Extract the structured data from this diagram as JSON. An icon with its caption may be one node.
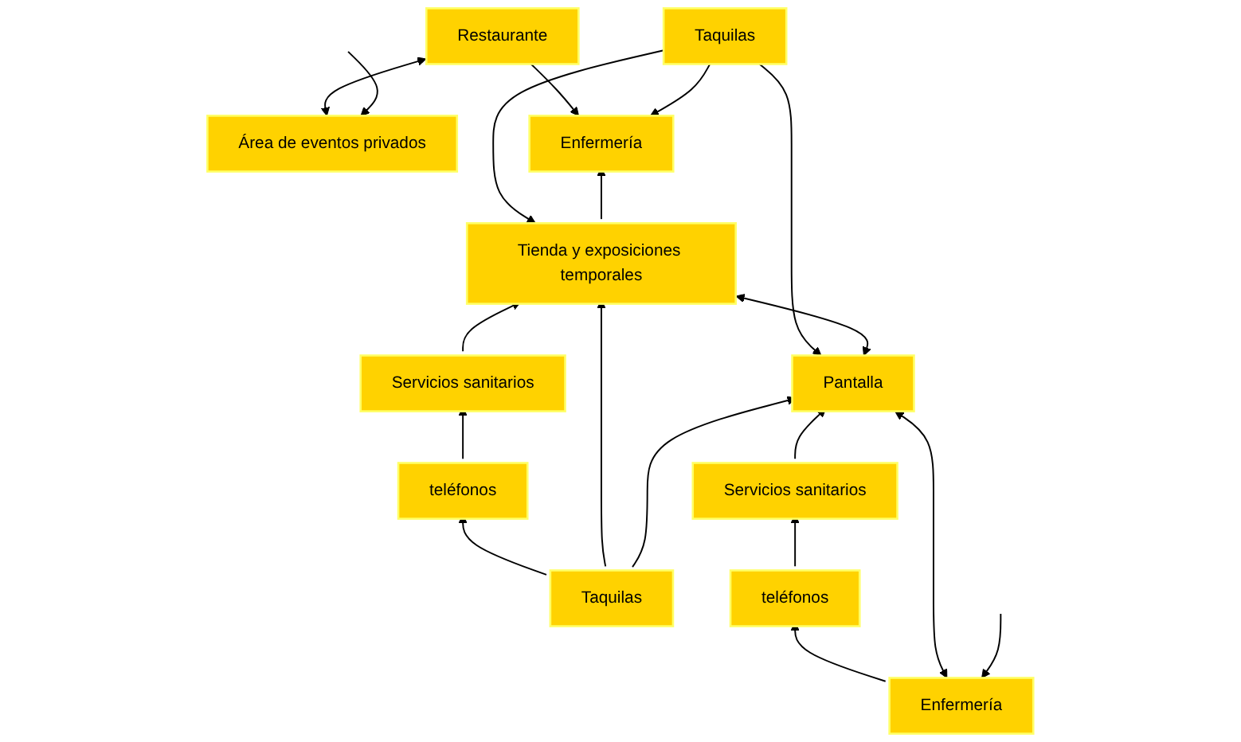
{
  "diagram": {
    "nodes": [
      {
        "text": [
          "Restaurante"
        ]
      },
      {
        "text": [
          "Área de eventos privados"
        ]
      },
      {
        "text": [
          "Enfermería"
        ]
      },
      {
        "text": [
          "Taquilas"
        ]
      },
      {
        "text": [
          "Tienda y exposiciones temporales"
        ]
      },
      {
        "text": [
          "Pantalla"
        ]
      },
      {
        "text": [
          "Servicios sanitarios"
        ]
      },
      {
        "text": [
          "teléfonos"
        ]
      },
      {
        "text": [
          "Taquilas"
        ]
      },
      {
        "text": [
          "Servicios sanitarios"
        ]
      },
      {
        "text": [
          "teléfonos"
        ]
      },
      {
        "text": [
          "Enfermería"
        ]
      }
    ],
    "edges": [
      {
        "from": 0,
        "to": 1,
        "arrow": "both"
      },
      {
        "from": null,
        "to": 1,
        "arrow": "to"
      },
      {
        "from": 0,
        "to": 2,
        "arrow": "to"
      },
      {
        "from": 3,
        "to": 2,
        "arrow": "to"
      },
      {
        "from": 3,
        "to": 4,
        "arrow": "to"
      },
      {
        "from": 3,
        "to": 5,
        "arrow": "to"
      },
      {
        "from": 4,
        "to": 2,
        "arrow": "to"
      },
      {
        "from": 4,
        "to": 5,
        "arrow": "both"
      },
      {
        "from": 6,
        "to": 4,
        "arrow": "to"
      },
      {
        "from": 7,
        "to": 6,
        "arrow": "to"
      },
      {
        "from": 8,
        "to": 7,
        "arrow": "to"
      },
      {
        "from": 8,
        "to": 4,
        "arrow": "to"
      },
      {
        "from": 8,
        "to": 5,
        "arrow": "to"
      },
      {
        "from": 9,
        "to": 5,
        "arrow": "to"
      },
      {
        "from": 10,
        "to": 9,
        "arrow": "to"
      },
      {
        "from": 11,
        "to": 10,
        "arrow": "to"
      },
      {
        "from": 11,
        "to": 5,
        "arrow": "both"
      },
      {
        "from": null,
        "to": 11,
        "arrow": "to"
      }
    ]
  }
}
